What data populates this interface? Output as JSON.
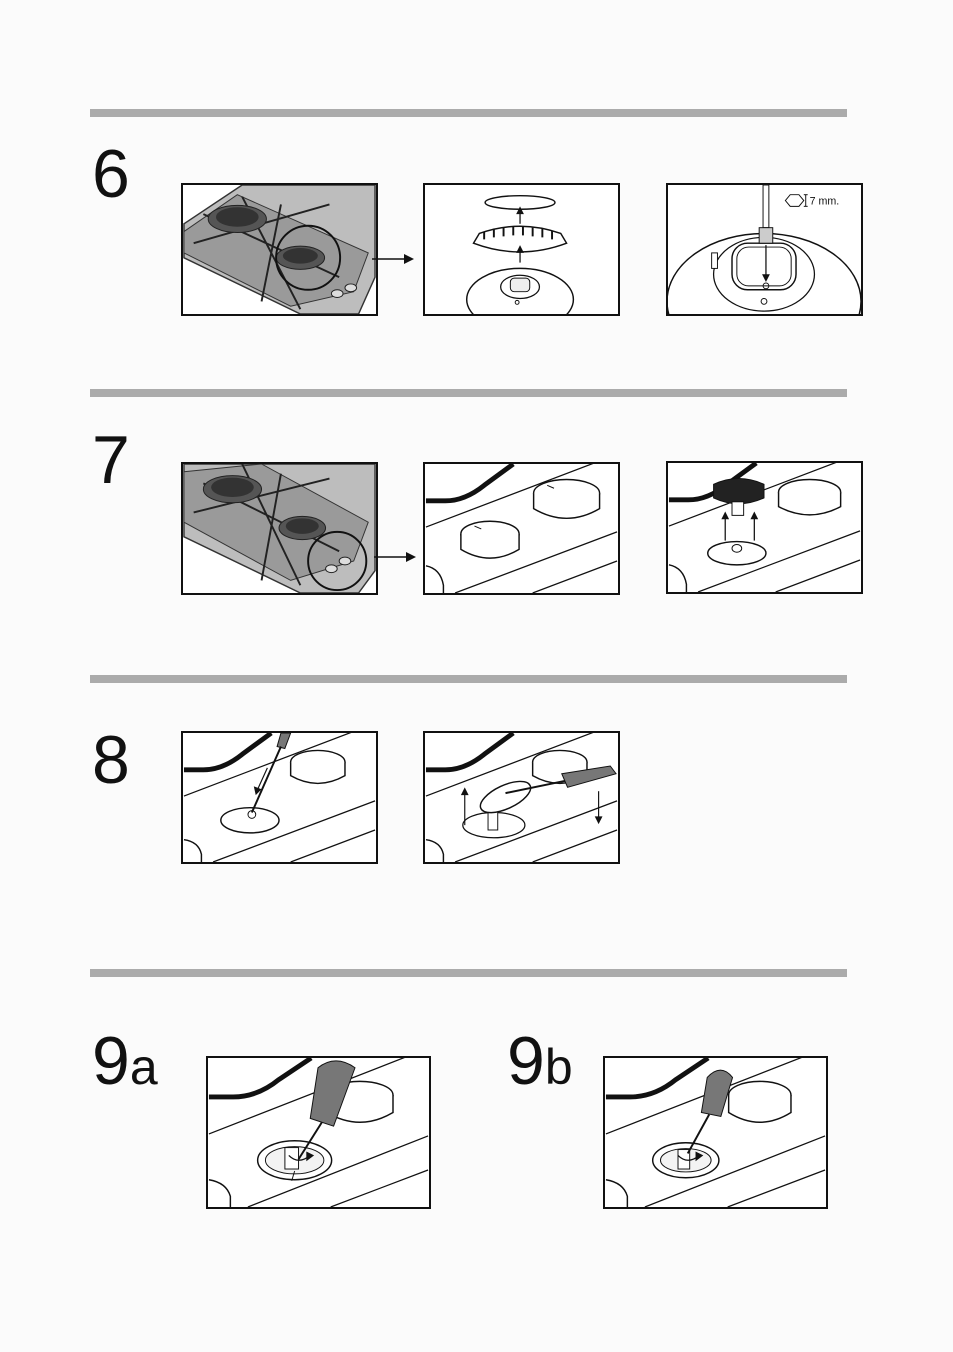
{
  "steps": {
    "s6": "6",
    "s7": "7",
    "s8": "8",
    "s9a_num": "9",
    "s9a_sub": "a",
    "s9b_num": "9",
    "s9b_sub": "b"
  },
  "annotations": {
    "wrench_size": "7 mm."
  }
}
